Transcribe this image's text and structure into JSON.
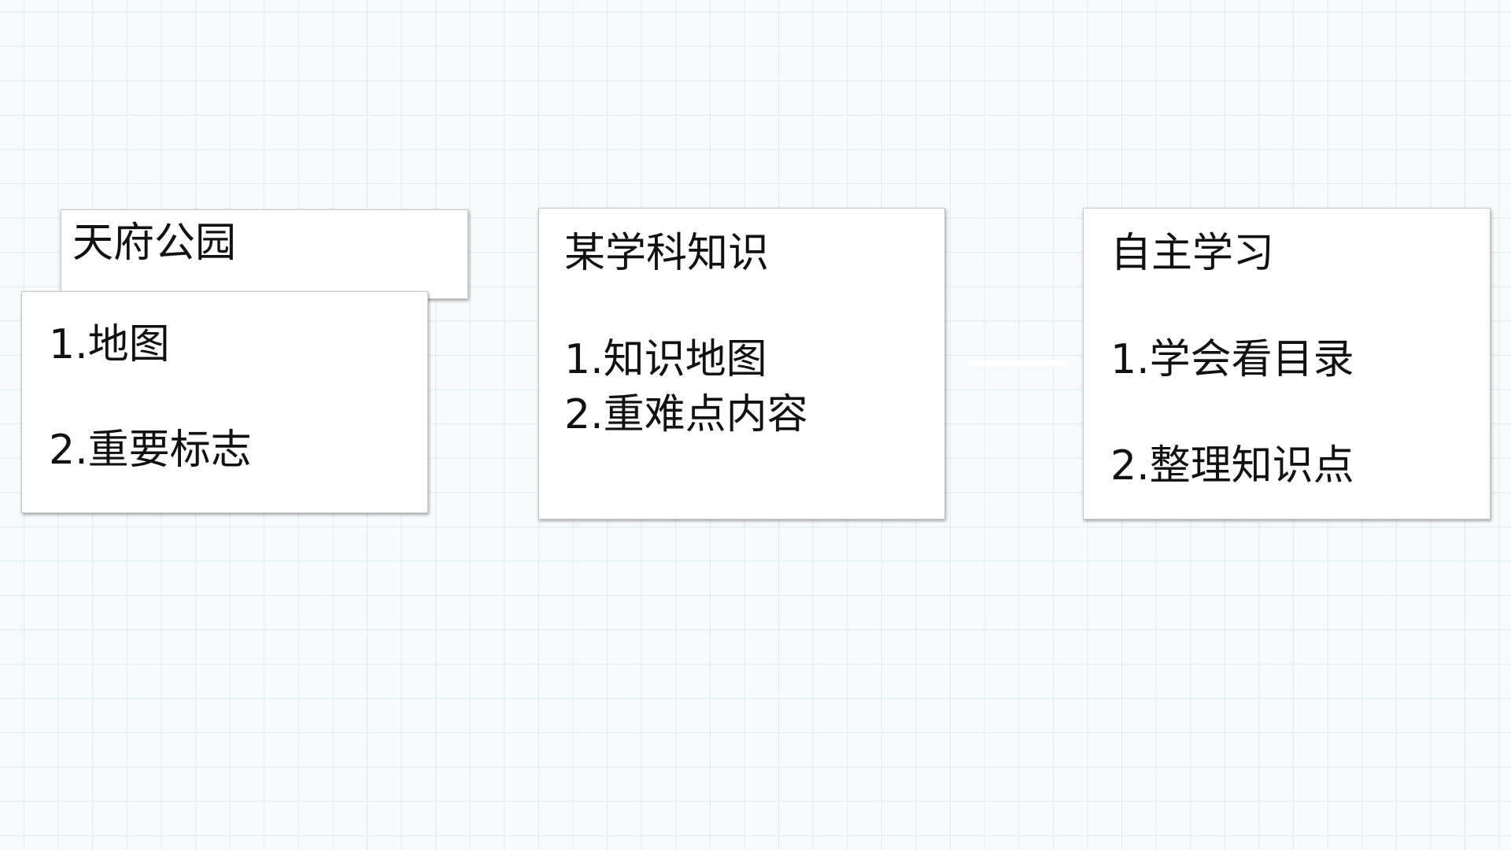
{
  "cards": [
    {
      "title": "天府公园",
      "items": [
        "1.地图",
        "2.重要标志"
      ]
    },
    {
      "title": "某学科知识",
      "items": [
        "1.知识地图",
        "2.重难点内容"
      ]
    },
    {
      "title": "自主学习",
      "items": [
        "1.学会看目录",
        "2.整理知识点"
      ]
    }
  ]
}
